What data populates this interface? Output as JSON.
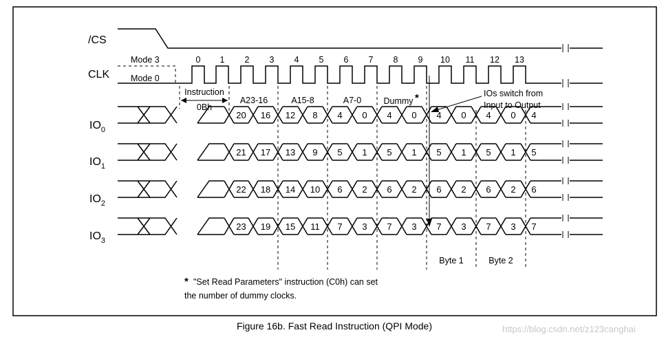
{
  "signals": {
    "cs": "/CS",
    "clk": "CLK",
    "io": [
      {
        "base": "IO",
        "sub": "0"
      },
      {
        "base": "IO",
        "sub": "1"
      },
      {
        "base": "IO",
        "sub": "2"
      },
      {
        "base": "IO",
        "sub": "3"
      }
    ]
  },
  "modes": {
    "mode3": "Mode 3",
    "mode0": "Mode 0"
  },
  "clock_numbers": [
    "0",
    "1",
    "2",
    "3",
    "4",
    "5",
    "6",
    "7",
    "8",
    "9",
    "10",
    "11",
    "12",
    "13"
  ],
  "phases": {
    "instruction_line1": "Instruction",
    "instruction_line2": "0Bh",
    "addr_high": "A23-16",
    "addr_mid": "A15-8",
    "addr_low": "A7-0",
    "dummy": "Dummy",
    "dummy_marker": "*"
  },
  "io_switch_note": [
    "IOs switch from",
    "Input to Output"
  ],
  "io_data": [
    [
      "20",
      "16",
      "12",
      "8",
      "4",
      "0",
      "4",
      "0",
      "4",
      "0",
      "4",
      "0",
      "4"
    ],
    [
      "21",
      "17",
      "13",
      "9",
      "5",
      "1",
      "5",
      "1",
      "5",
      "1",
      "5",
      "1",
      "5"
    ],
    [
      "22",
      "18",
      "14",
      "10",
      "6",
      "2",
      "6",
      "2",
      "6",
      "2",
      "6",
      "2",
      "6"
    ],
    [
      "23",
      "19",
      "15",
      "11",
      "7",
      "3",
      "7",
      "3",
      "7",
      "3",
      "7",
      "3",
      "7"
    ]
  ],
  "bytes": [
    "Byte 1",
    "Byte 2"
  ],
  "footnote": {
    "marker": "*",
    "line1": "\"Set Read Parameters\" instruction (C0h) can set",
    "line2": "the number of dummy clocks."
  },
  "caption": "Figure 16b. Fast Read Instruction (QPI Mode)",
  "watermark": "https://blog.csdn.net/z123canghai"
}
